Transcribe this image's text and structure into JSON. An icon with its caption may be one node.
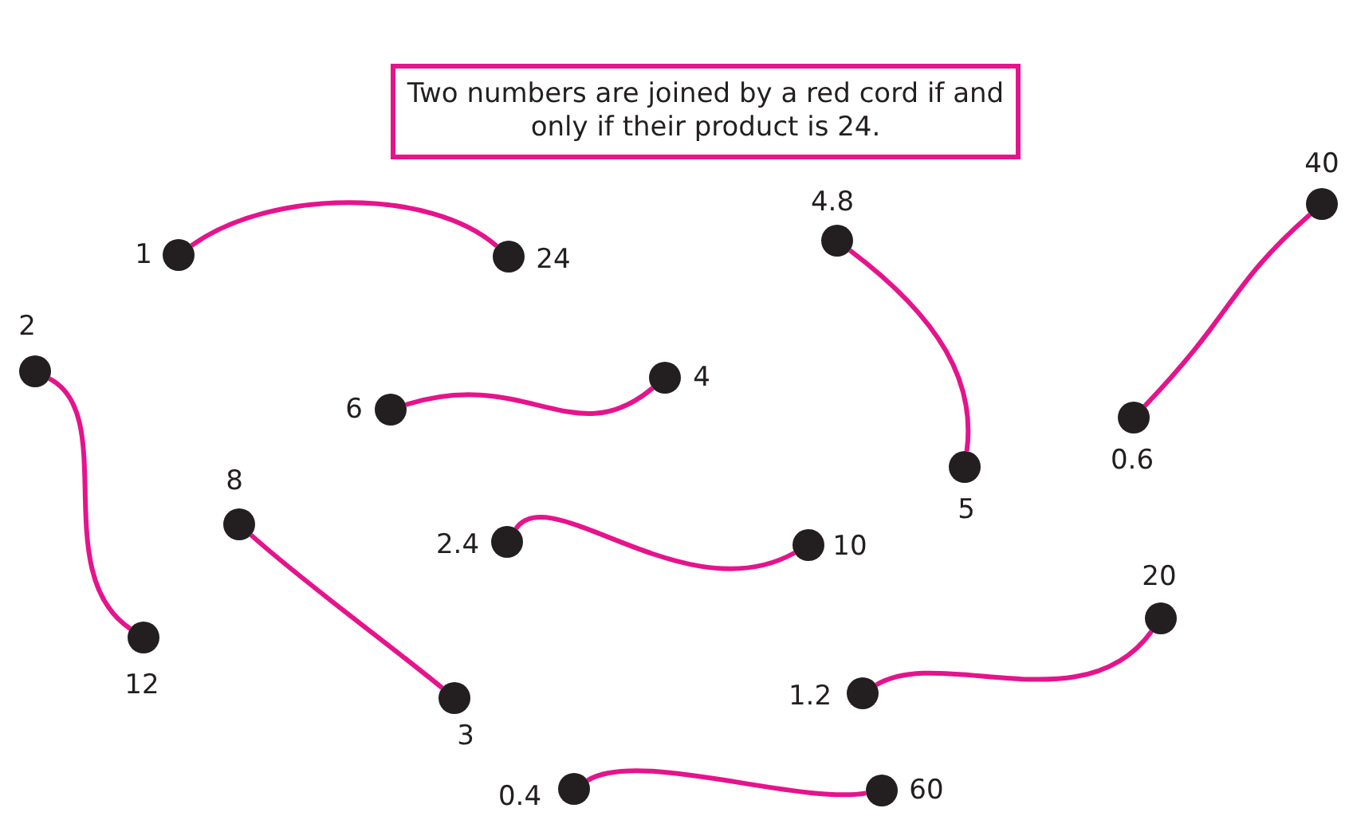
{
  "diagram": {
    "title": "Two numbers are joined by a red cord if and only if their product is 24.",
    "nodes": [
      {
        "text": [
          "1"
        ]
      },
      {
        "text": [
          "24"
        ]
      },
      {
        "text": [
          "4.8"
        ]
      },
      {
        "text": [
          "5"
        ]
      },
      {
        "text": [
          "40"
        ]
      },
      {
        "text": [
          "0.6"
        ]
      },
      {
        "text": [
          "2"
        ]
      },
      {
        "text": [
          "12"
        ]
      },
      {
        "text": [
          "6"
        ]
      },
      {
        "text": [
          "4"
        ]
      },
      {
        "text": [
          "8"
        ]
      },
      {
        "text": [
          "3"
        ]
      },
      {
        "text": [
          "2.4"
        ]
      },
      {
        "text": [
          "10"
        ]
      },
      {
        "text": [
          "20"
        ]
      },
      {
        "text": [
          "1.2"
        ]
      },
      {
        "text": [
          "0.4"
        ]
      },
      {
        "text": [
          "60"
        ]
      }
    ],
    "edges": [
      {
        "from": 0,
        "to": 1,
        "arrow": "none",
        "color": "#e6138c"
      },
      {
        "from": 2,
        "to": 3,
        "arrow": "none",
        "color": "#e6138c"
      },
      {
        "from": 4,
        "to": 5,
        "arrow": "none",
        "color": "#e6138c"
      },
      {
        "from": 6,
        "to": 7,
        "arrow": "none",
        "color": "#e6138c"
      },
      {
        "from": 8,
        "to": 9,
        "arrow": "none",
        "color": "#e6138c"
      },
      {
        "from": 10,
        "to": 11,
        "arrow": "none",
        "color": "#e6138c"
      },
      {
        "from": 12,
        "to": 13,
        "arrow": "none",
        "color": "#e6138c"
      },
      {
        "from": 15,
        "to": 14,
        "arrow": "none",
        "color": "#e6138c"
      },
      {
        "from": 16,
        "to": 17,
        "arrow": "none",
        "color": "#e6138c"
      }
    ]
  }
}
